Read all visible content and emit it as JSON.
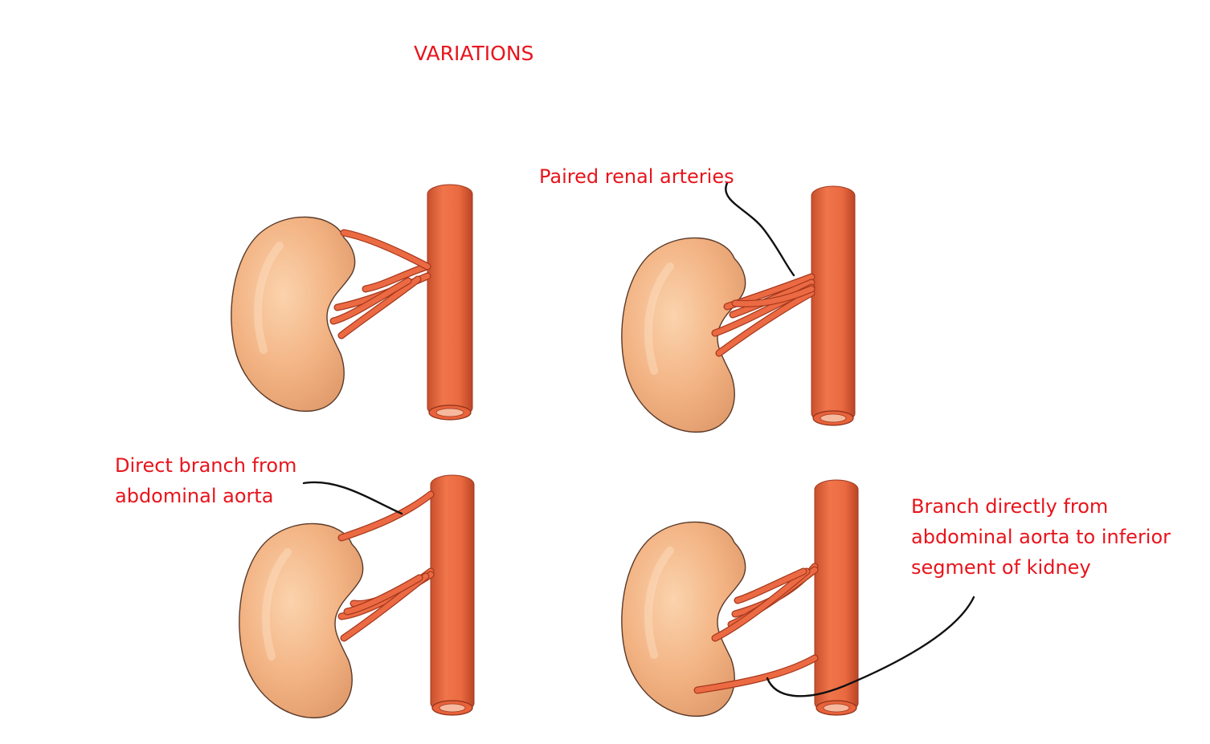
{
  "title": "VARIATIONS",
  "colors": {
    "label": "#e8141c",
    "kidney": "#f2b282",
    "kidney_shade": "#dc9566",
    "aorta": "#ec6a43",
    "aorta_shade": "#c24a2a",
    "leader": "#111111"
  },
  "annotations": {
    "paired": "Paired renal arteries",
    "direct": [
      "Direct branch from",
      "abdominal aorta"
    ],
    "inferior": [
      "Branch directly from",
      "abdominal aorta to inferior",
      "segment of kidney"
    ]
  },
  "panels": [
    {
      "id": "top-left",
      "variant": "single-renal-artery-branching"
    },
    {
      "id": "top-right",
      "variant": "paired-renal-arteries"
    },
    {
      "id": "bottom-left",
      "variant": "direct-branch-to-upper-pole"
    },
    {
      "id": "bottom-right",
      "variant": "direct-branch-to-inferior-segment"
    }
  ]
}
